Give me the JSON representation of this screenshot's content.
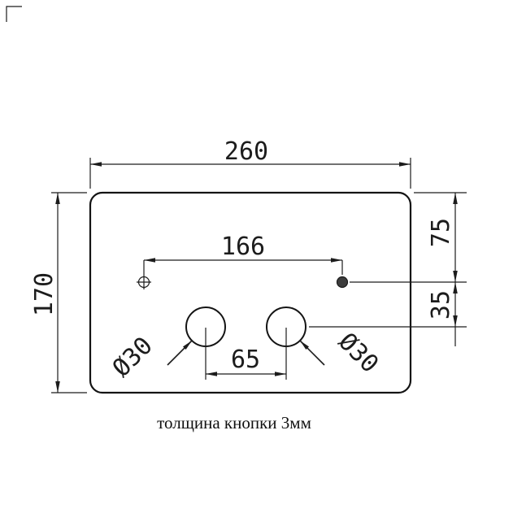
{
  "page": {
    "background_color": "#ffffff",
    "line_color": "#1c1c1c"
  },
  "drawing": {
    "caption": "толщина кнопки 3мм",
    "dims": {
      "width": "260",
      "height": "170",
      "hole_spacing": "166",
      "circle_spacing": "65",
      "top_offset": "75",
      "mid_offset": "35",
      "dia_left": "Ø30",
      "dia_right": "Ø30"
    }
  }
}
